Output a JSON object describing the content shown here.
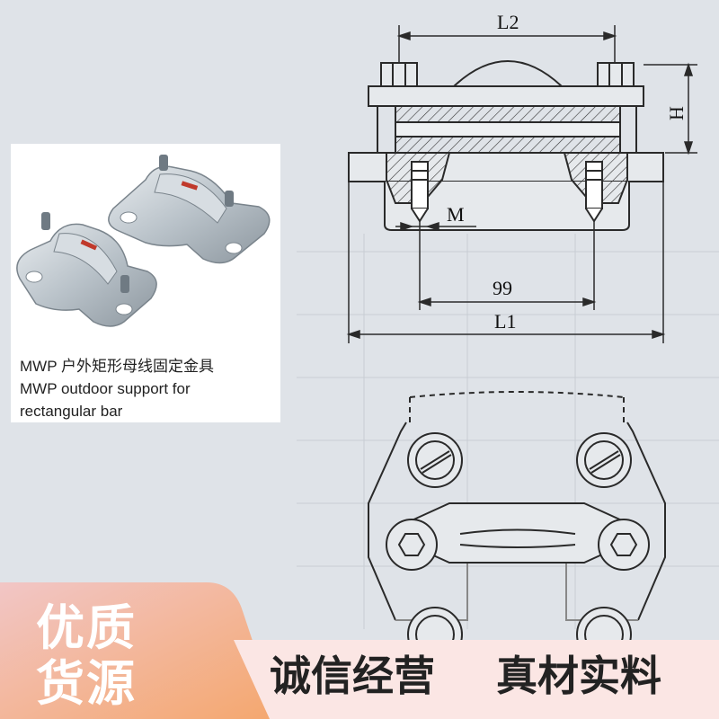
{
  "caption": {
    "line1": "MWP 户外矩形母线固定金具",
    "line2": "MWP outdoor support for",
    "line3": "rectangular bar"
  },
  "dimensions": {
    "l2": "L2",
    "h": "H",
    "m": "M",
    "span": "99",
    "l1": "L1"
  },
  "slogans": {
    "left_line1": "优质",
    "left_line2": "货源",
    "middle": "诚信经营",
    "right": "真材实料"
  },
  "colors": {
    "background": "#dfe3e8",
    "drawing_line": "#2a2a2a",
    "banner_pink": "#f2c6c6",
    "banner_orange": "#f4a76e",
    "banner_strip": "#fbe6e4"
  }
}
